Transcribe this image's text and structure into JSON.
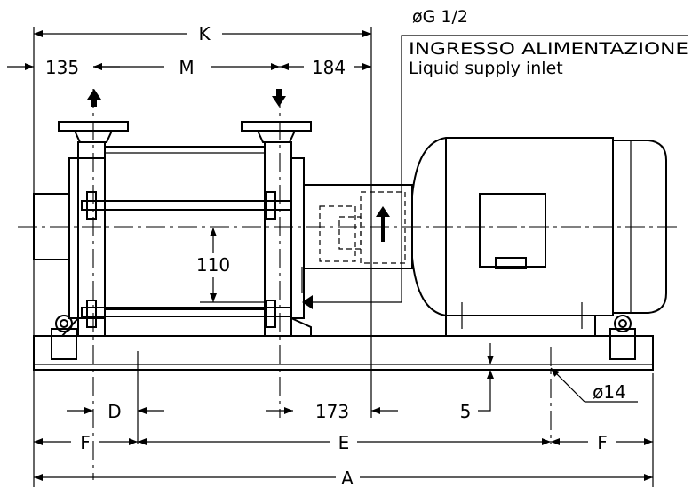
{
  "dimensions": {
    "K": "K",
    "M": "M",
    "d135": "135",
    "d184": "184",
    "d110": "110",
    "D": "D",
    "d173": "173",
    "d5": "5",
    "phi14": "ø14",
    "F_left": "F",
    "E": "E",
    "F_right": "F",
    "A": "A"
  },
  "notes": {
    "connection": "øG 1/2",
    "inlet_it": "INGRESSO ALIMENTAZIONE",
    "inlet_en": "Liquid supply inlet"
  },
  "colors": {
    "line": "#000000",
    "background": "#ffffff"
  }
}
